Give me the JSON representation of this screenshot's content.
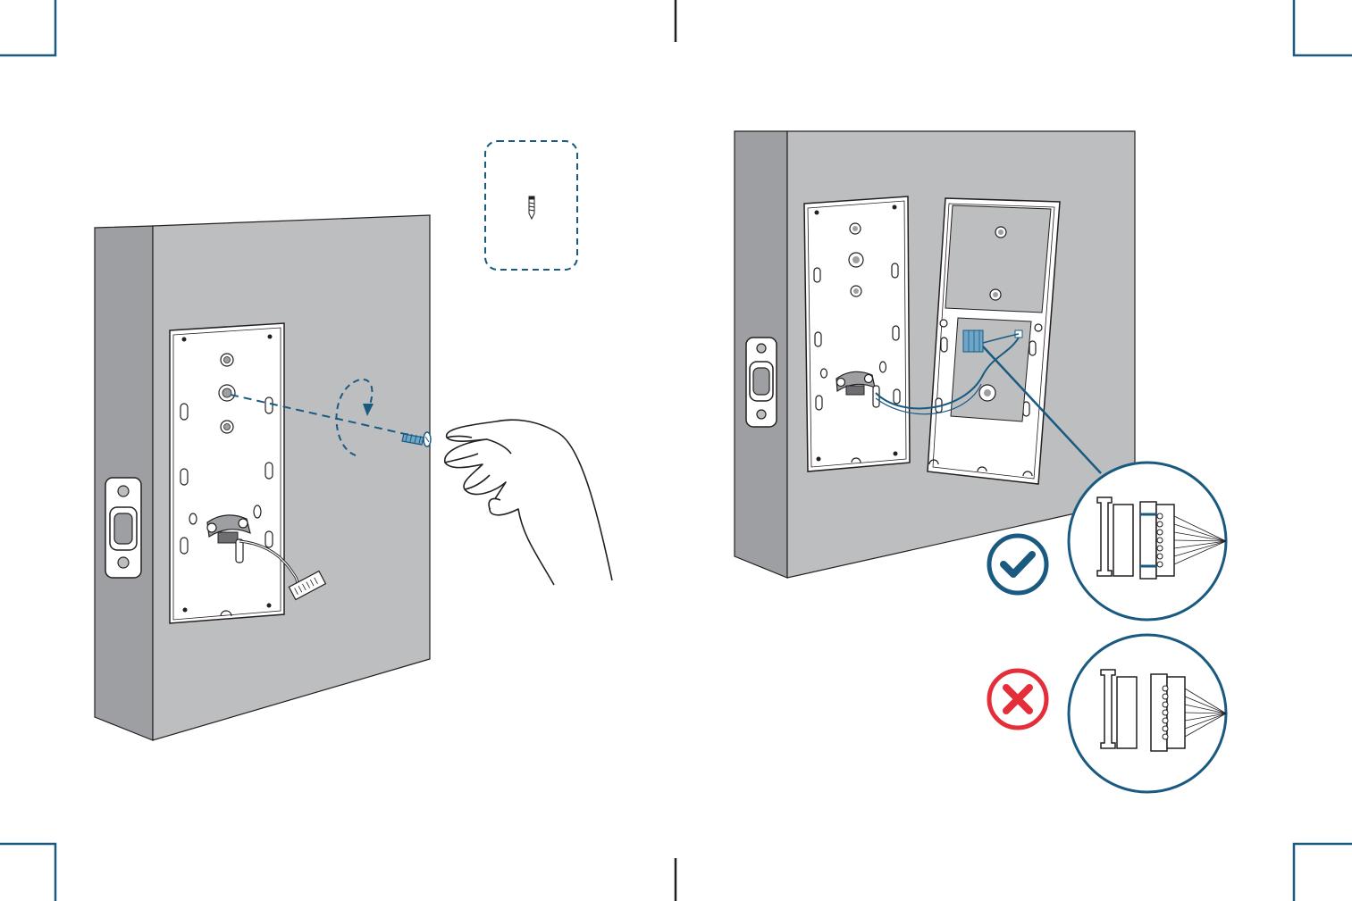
{
  "document": {
    "type": "installation-manual-spread",
    "pages": 2
  },
  "colors": {
    "accent": "#1a5a80",
    "wall": "#bcbec0",
    "door_edge": "#9d9fa2",
    "plate": "#ffffff",
    "outline": "#231f20",
    "check": "#1a5a80",
    "error": "#e42f3a"
  },
  "left_panel": {
    "part_callout": {
      "icon": "screw-icon",
      "border": "dashed"
    },
    "action": {
      "icon": "rotate-arrow-icon",
      "direction": "clockwise"
    }
  },
  "right_panel": {
    "connector_correct": {
      "icon": "checkmark-icon",
      "status": "correct"
    },
    "connector_wrong": {
      "icon": "x-mark-icon",
      "status": "incorrect"
    }
  }
}
